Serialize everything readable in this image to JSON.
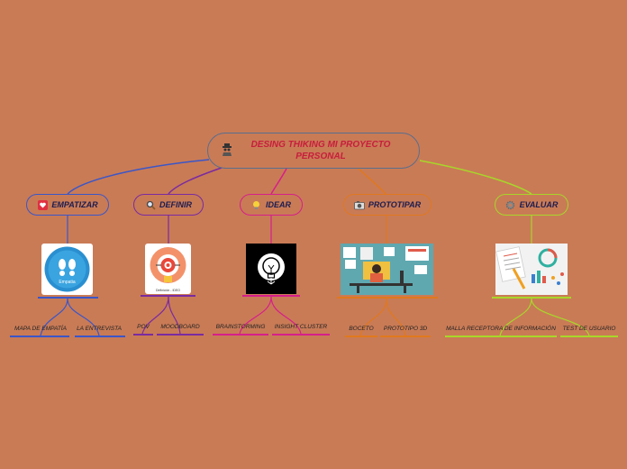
{
  "central": {
    "title": "DESING THIKING MI PROYECTO PERSONAL",
    "icon": "spy-icon"
  },
  "branches": [
    {
      "label": "EMPATIZAR",
      "icon": "heart-icon",
      "color": "#3a56c8",
      "image_label": "Empatia",
      "leaves": [
        "MAPA DE EMPATÍA",
        "LA ENTREVISTA"
      ]
    },
    {
      "label": "DEFINIR",
      "icon": "magnifier-icon",
      "color": "#7a2aa0",
      "image_label": "Definición - IDEO",
      "leaves": [
        "POV",
        "MOODBOARD"
      ]
    },
    {
      "label": "IDEAR",
      "icon": "lightbulb-icon",
      "color": "#d61f8a",
      "leaves": [
        "BRAINSTORMING",
        "INSIGHT CLUSTER"
      ]
    },
    {
      "label": "PROTOTIPAR",
      "icon": "camera-icon",
      "color": "#e0781e",
      "leaves": [
        "BOCETO",
        "PROTOTIPO 3D"
      ]
    },
    {
      "label": "EVALUAR",
      "icon": "gear-icon",
      "color": "#a8d62a",
      "leaves": [
        "MALLA RECEPTORA DE INFORMACIÓN",
        "TEST DE USUARIO"
      ]
    }
  ]
}
